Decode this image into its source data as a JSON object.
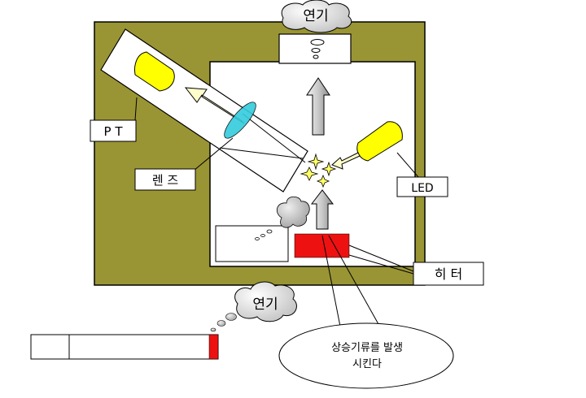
{
  "labels": {
    "smoke_top": "연기",
    "pt": "P T",
    "lens": "렌 즈",
    "led": "LED",
    "heater": "히 터",
    "smoke_bottom": "연기",
    "callout_line1": "상승기류를 발생",
    "callout_line2": "시킨다"
  },
  "colors": {
    "housing": "#9a9534",
    "chamber": "#ffffff",
    "led_body": "#ffff00",
    "lens": "#33ccdd",
    "heater": "#ee1111",
    "arrow_gray": "#c0c0c0",
    "light_beam": "#ffffcc",
    "smoke_cloud": "#d8d8d8"
  }
}
